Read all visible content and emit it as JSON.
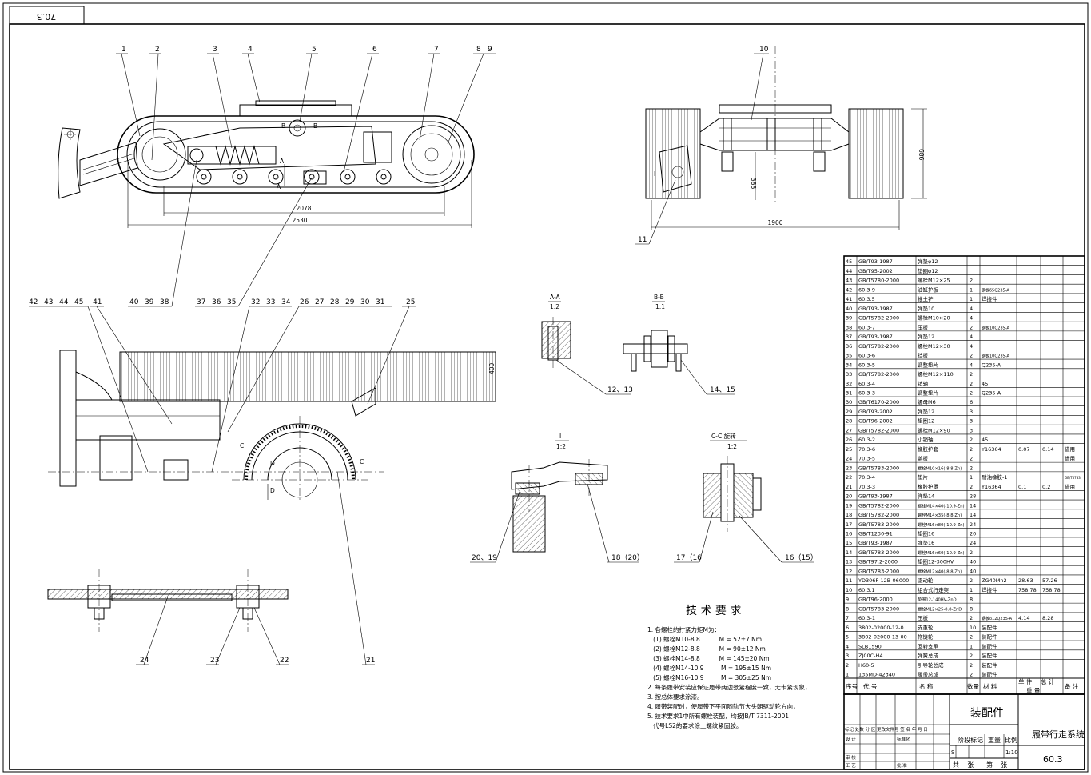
{
  "drawing_code_rotated": "70.3",
  "balloons": {
    "top_left": [
      {
        "n": "1"
      },
      {
        "n": "2"
      },
      {
        "n": "3"
      },
      {
        "n": "4"
      },
      {
        "n": "5"
      },
      {
        "n": "6"
      },
      {
        "n": "7"
      },
      {
        "n": "8"
      },
      {
        "n": "9"
      }
    ],
    "top_left_bottom": [
      {
        "n": "40"
      },
      {
        "n": "39"
      },
      {
        "n": "38"
      },
      {
        "n": "37"
      },
      {
        "n": "36"
      },
      {
        "n": "35"
      }
    ],
    "mid_top": [
      {
        "n": "42"
      },
      {
        "n": "43"
      },
      {
        "n": "44"
      },
      {
        "n": "45"
      },
      {
        "n": "41"
      },
      {
        "n": "32"
      },
      {
        "n": "33"
      },
      {
        "n": "34"
      },
      {
        "n": "26"
      },
      {
        "n": "27"
      },
      {
        "n": "28"
      },
      {
        "n": "29"
      },
      {
        "n": "30"
      },
      {
        "n": "31"
      },
      {
        "n": "25"
      }
    ],
    "bottom": [
      {
        "n": "24"
      },
      {
        "n": "23"
      },
      {
        "n": "22"
      },
      {
        "n": "21"
      }
    ],
    "right_view": {
      "n10": "10",
      "n11": "11"
    },
    "details": {
      "b1213": "12、13",
      "b1415": "14、15",
      "b2019": "20、19",
      "b1820": "18（20）",
      "b1716": "17（16",
      "b1615": "16（15）"
    }
  },
  "dims": {
    "d2078": "2078",
    "d2530": "2530",
    "d1900": "1900",
    "d388": "388",
    "d686": "686",
    "d400": "400"
  },
  "view_labels": {
    "aa": "A-A",
    "aa_scale": "1:2",
    "bb": "B-B",
    "bb_scale": "1:1",
    "i": "I",
    "i_scale": "1:2",
    "cc": "C-C 旋转",
    "cc_scale": "1:2",
    "a": "A",
    "b": "B",
    "c": "C",
    "d": "D",
    "i_mark": "I"
  },
  "tech": {
    "title": "技 术 要 求",
    "lines": [
      "1. 各螺栓的拧紧力矩M为：",
      "   (1) 螺栓M10-8.8          M = 52±7 Nm",
      "   (2) 螺栓M12-8.8          M = 90±12 Nm",
      "   (3) 螺栓M14-8.8          M = 145±20 Nm",
      "   (4) 螺栓M14-10.9         M = 195±15 Nm",
      "   (5) 螺栓M16-10.9         M = 305±25 Nm",
      "2. 每条履带安装应保证履带两边张紧程度一致，无卡紧现象，",
      "3. 按总体要求涂漆。",
      "4. 履带装配时，使履带下平面随轨节大头朝驱动轮方向，",
      "5. 技术要求1中所有螺栓装配，均按JB/T 7311-2001",
      "   代号LS2的要求涂上螺纹紧固胶。"
    ]
  },
  "bom_rows": [
    {
      "no": "45",
      "code": "GB/T93-1987",
      "name": "弹垫φ12",
      "qty": "",
      "mat": "",
      "w1": "",
      "w2": "",
      "rem": ""
    },
    {
      "no": "44",
      "code": "GB/T95-2002",
      "name": "垫圈φ12",
      "qty": "",
      "mat": "",
      "w1": "",
      "w2": "",
      "rem": ""
    },
    {
      "no": "43",
      "code": "GB/T5780-2000",
      "name": "螺栓M12×25",
      "qty": "2",
      "mat": "",
      "w1": "",
      "w2": "",
      "rem": ""
    },
    {
      "no": "42",
      "code": "60.3-9",
      "name": "油缸护板",
      "qty": "1",
      "mat": "钢板δ5Q235-A",
      "w1": "",
      "w2": "",
      "rem": ""
    },
    {
      "no": "41",
      "code": "60.3.5",
      "name": "推土铲",
      "qty": "1",
      "mat": "焊接件",
      "w1": "",
      "w2": "",
      "rem": ""
    },
    {
      "no": "40",
      "code": "GB/T93-1987",
      "name": "弹垫10",
      "qty": "4",
      "mat": "",
      "w1": "",
      "w2": "",
      "rem": ""
    },
    {
      "no": "39",
      "code": "GB/T5782-2000",
      "name": "螺栓M10×20",
      "qty": "4",
      "mat": "",
      "w1": "",
      "w2": "",
      "rem": ""
    },
    {
      "no": "38",
      "code": "60.3-7",
      "name": "压板",
      "qty": "2",
      "mat": "钢板10Q235-A",
      "w1": "",
      "w2": "",
      "rem": ""
    },
    {
      "no": "37",
      "code": "GB/T93-1987",
      "name": "弹垫12",
      "qty": "4",
      "mat": "",
      "w1": "",
      "w2": "",
      "rem": ""
    },
    {
      "no": "36",
      "code": "GB/T5782-2000",
      "name": "螺栓M12×30",
      "qty": "4",
      "mat": "",
      "w1": "",
      "w2": "",
      "rem": ""
    },
    {
      "no": "35",
      "code": "60.3-6",
      "name": "挡板",
      "qty": "2",
      "mat": "钢板10Q235-A",
      "w1": "",
      "w2": "",
      "rem": ""
    },
    {
      "no": "34",
      "code": "60.3-5",
      "name": "调整垫片",
      "qty": "4",
      "mat": "Q235-A",
      "w1": "",
      "w2": "",
      "rem": ""
    },
    {
      "no": "33",
      "code": "GB/T5782-2000",
      "name": "螺栓M12×110",
      "qty": "2",
      "mat": "",
      "w1": "",
      "w2": "",
      "rem": ""
    },
    {
      "no": "32",
      "code": "60.3-4",
      "name": "销轴",
      "qty": "2",
      "mat": "45",
      "w1": "",
      "w2": "",
      "rem": ""
    },
    {
      "no": "31",
      "code": "60.3-3",
      "name": "调整垫片",
      "qty": "2",
      "mat": "Q235-A",
      "w1": "",
      "w2": "",
      "rem": ""
    },
    {
      "no": "30",
      "code": "GB/T6170-2000",
      "name": "螺母M6",
      "qty": "6",
      "mat": "",
      "w1": "",
      "w2": "",
      "rem": ""
    },
    {
      "no": "29",
      "code": "GB/T93-2002",
      "name": "弹垫12",
      "qty": "3",
      "mat": "",
      "w1": "",
      "w2": "",
      "rem": ""
    },
    {
      "no": "28",
      "code": "GB/T96-2002",
      "name": "垫圈12",
      "qty": "3",
      "mat": "",
      "w1": "",
      "w2": "",
      "rem": ""
    },
    {
      "no": "27",
      "code": "GB/T5782-2000",
      "name": "螺栓M12×90",
      "qty": "3",
      "mat": "",
      "w1": "",
      "w2": "",
      "rem": ""
    },
    {
      "no": "26",
      "code": "60.3-2",
      "name": "小销轴",
      "qty": "2",
      "mat": "45",
      "w1": "",
      "w2": "",
      "rem": ""
    },
    {
      "no": "25",
      "code": "70.3-6",
      "name": "橡胶护套",
      "qty": "2",
      "mat": "Y16364",
      "w1": "0.07",
      "w2": "0.14",
      "rem": "借用"
    },
    {
      "no": "24",
      "code": "70.3-5",
      "name": "盖板",
      "qty": "2",
      "mat": "",
      "w1": "",
      "w2": "",
      "rem": "借用"
    },
    {
      "no": "23",
      "code": "GB/T5783-2000",
      "name": "螺栓M10×16(-8.8-Zn)",
      "qty": "2",
      "mat": "",
      "w1": "",
      "w2": "",
      "rem": ""
    },
    {
      "no": "22",
      "code": "70.3-4",
      "name": "垫片",
      "qty": "1",
      "mat": "耐油橡胶-1",
      "w1": "",
      "w2": "",
      "rem": "GB/T5783"
    },
    {
      "no": "21",
      "code": "70.3-3",
      "name": "橡胶护罩",
      "qty": "2",
      "mat": "Y16364",
      "w1": "0.1",
      "w2": "0.2",
      "rem": "借用"
    },
    {
      "no": "20",
      "code": "GB/T93-1987",
      "name": "弹垫14",
      "qty": "28",
      "mat": "",
      "w1": "",
      "w2": "",
      "rem": ""
    },
    {
      "no": "19",
      "code": "GB/T5782-2000",
      "name": "螺栓M14×40(-10.9-Zn)",
      "qty": "14",
      "mat": "",
      "w1": "",
      "w2": "",
      "rem": ""
    },
    {
      "no": "18",
      "code": "GB/T5782-2000",
      "name": "螺栓M14×35(-8.8-Zn)",
      "qty": "14",
      "mat": "",
      "w1": "",
      "w2": "",
      "rem": ""
    },
    {
      "no": "17",
      "code": "GB/T5783-2000",
      "name": "螺栓M16×80(-10.9-Zn)",
      "qty": "24",
      "mat": "",
      "w1": "",
      "w2": "",
      "rem": ""
    },
    {
      "no": "16",
      "code": "GB/T1230-91",
      "name": "垫圈16",
      "qty": "20",
      "mat": "",
      "w1": "",
      "w2": "",
      "rem": ""
    },
    {
      "no": "15",
      "code": "GB/T93-1987",
      "name": "弹垫16",
      "qty": "24",
      "mat": "",
      "w1": "",
      "w2": "",
      "rem": ""
    },
    {
      "no": "14",
      "code": "GB/T5783-2000",
      "name": "螺栓M16×60(-10.9-Zn)",
      "qty": "2",
      "mat": "",
      "w1": "",
      "w2": "",
      "rem": ""
    },
    {
      "no": "13",
      "code": "GB/T97.2-2000",
      "name": "垫圈12-300HV",
      "qty": "40",
      "mat": "",
      "w1": "",
      "w2": "",
      "rem": ""
    },
    {
      "no": "12",
      "code": "GB/T5783-2000",
      "name": "螺栓M12×40(-8.8-Zn)",
      "qty": "40",
      "mat": "",
      "w1": "",
      "w2": "",
      "rem": ""
    },
    {
      "no": "11",
      "code": "YD306F-12B-06000",
      "name": "驱动轮",
      "qty": "2",
      "mat": "ZG40Mn2",
      "w1": "28.63",
      "w2": "57.26",
      "rem": ""
    },
    {
      "no": "10",
      "code": "60.3.1",
      "name": "组合式行走架",
      "qty": "1",
      "mat": "焊接件",
      "w1": "758.78",
      "w2": "758.78",
      "rem": ""
    },
    {
      "no": "9",
      "code": "GB/T96-2000",
      "name": "垫圈12-140HV-ZnD",
      "qty": "8",
      "mat": "",
      "w1": "",
      "w2": "",
      "rem": ""
    },
    {
      "no": "8",
      "code": "GB/T5783-2000",
      "name": "螺栓M12×25-8.8-ZnD",
      "qty": "8",
      "mat": "",
      "w1": "",
      "w2": "",
      "rem": ""
    },
    {
      "no": "7",
      "code": "60.3-1",
      "name": "压板",
      "qty": "2",
      "mat": "钢板δ12Q235-A",
      "w1": "4.14",
      "w2": "8.28",
      "rem": ""
    },
    {
      "no": "6",
      "code": "3802-02000-12-0",
      "name": "支重轮",
      "qty": "10",
      "mat": "装配件",
      "w1": "",
      "w2": "",
      "rem": ""
    },
    {
      "no": "5",
      "code": "3802-02000-13-00",
      "name": "拖链轮",
      "qty": "2",
      "mat": "装配件",
      "w1": "",
      "w2": "",
      "rem": ""
    },
    {
      "no": "4",
      "code": "SLB1590",
      "name": "回转支承",
      "qty": "1",
      "mat": "装配件",
      "w1": "",
      "w2": "",
      "rem": ""
    },
    {
      "no": "3",
      "code": "ZJ00C-H4",
      "name": "弹簧总成",
      "qty": "2",
      "mat": "装配件",
      "w1": "",
      "w2": "",
      "rem": ""
    },
    {
      "no": "2",
      "code": "H60-5",
      "name": "引导轮总成",
      "qty": "2",
      "mat": "装配件",
      "w1": "",
      "w2": "",
      "rem": ""
    },
    {
      "no": "1",
      "code": "135MD-42340",
      "name": "履带总成",
      "qty": "2",
      "mat": "装配件",
      "w1": "",
      "w2": "",
      "rem": ""
    }
  ],
  "bom_header": {
    "no": "序号",
    "code": "代    号",
    "name": "名    称",
    "qty": "数量",
    "mat": "材  料",
    "w1a": "单  件",
    "w2a": "总  计",
    "wb": "重    量",
    "rem": "备 注"
  },
  "title_block": {
    "assembly": "装配件",
    "title": "履带行走系统",
    "code": "60.3",
    "stage": "阶段标记",
    "weight": "重量",
    "scale": "比例",
    "scale_val": "1:10",
    "s_mark": "S",
    "total": "共    张",
    "sheet": "第    张",
    "row1": "标记 处数 分 区 更改文件号 签 名 年 月 日",
    "design": "设 计",
    "std": "标准化",
    "review": "审 核",
    "process": "工 艺",
    "approve": "批 准"
  }
}
